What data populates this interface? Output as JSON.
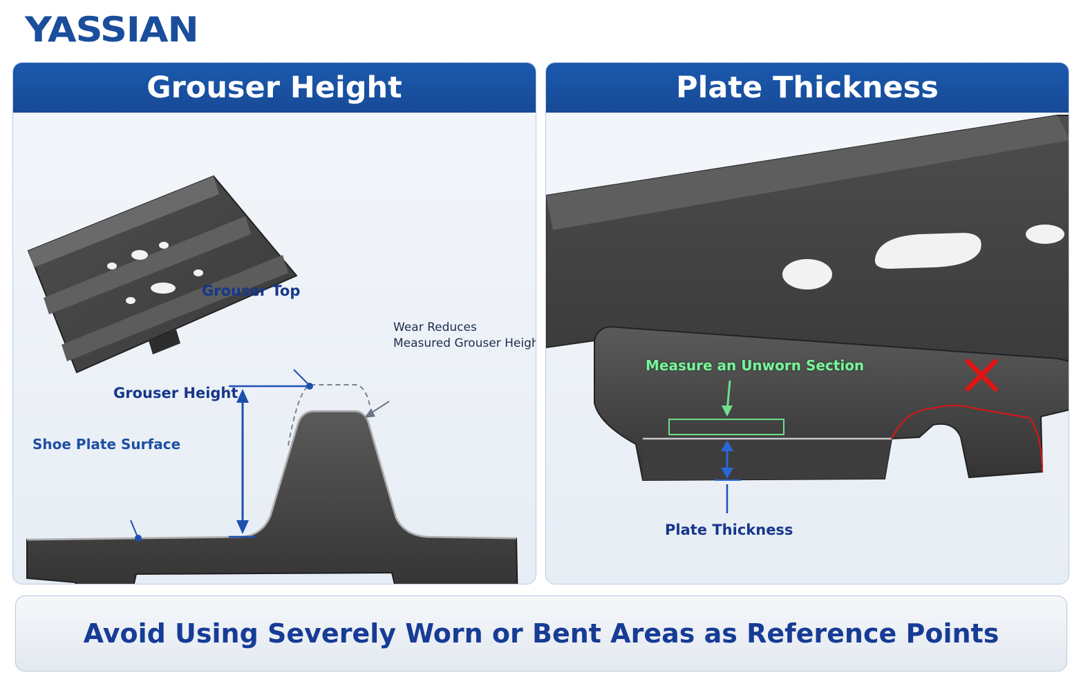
{
  "brand": {
    "logo_text": "YASSIAN"
  },
  "left_panel": {
    "title": "Grouser Height",
    "labels": {
      "grouser_top": "Grouser Top",
      "grouser_height": "Grouser Height",
      "shoe_plate_surface": "Shoe Plate Surface",
      "wear_line1": "Wear Reduces",
      "wear_line2": "Measured Grouser Height"
    }
  },
  "right_panel": {
    "title": "Plate Thickness",
    "labels": {
      "measure_unworn": "Measure an Unworn Section",
      "plate_thickness": "Plate Thickness"
    }
  },
  "footer": {
    "text": "Avoid Using Severely Worn or Bent Areas as Reference Points"
  },
  "colors": {
    "brand_blue": "#1a4e9c",
    "header_blue": "#1b59ad",
    "annotation_blue": "#1c4fb0",
    "ok_green": "#6fe08a",
    "bad_red": "#e01414",
    "steel": "#4a4a4a"
  },
  "icons": {
    "bad_area_marker": "x-mark-icon"
  }
}
